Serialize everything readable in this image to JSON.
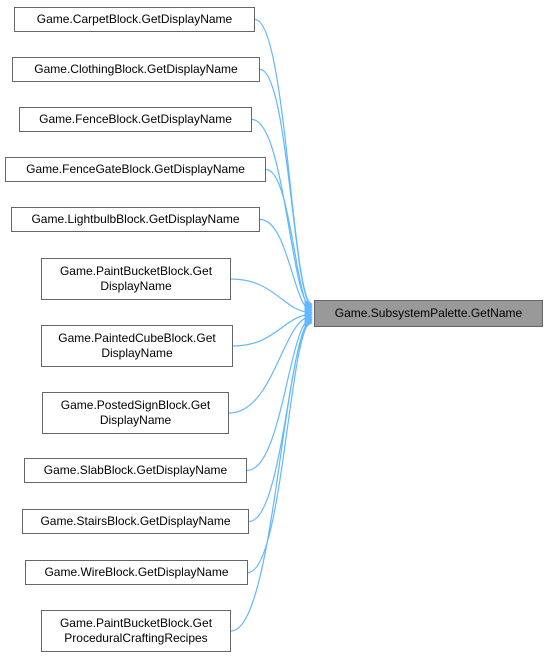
{
  "colors": {
    "edge": "#63b8ff",
    "node_border": "#666666",
    "target_fill": "#999999"
  },
  "target": {
    "label": "Game.SubsystemPalette.GetName"
  },
  "callers": [
    {
      "label": "Game.CarpetBlock.GetDisplayName"
    },
    {
      "label": "Game.ClothingBlock.GetDisplayName"
    },
    {
      "label": "Game.FenceBlock.GetDisplayName"
    },
    {
      "label": "Game.FenceGateBlock.GetDisplayName"
    },
    {
      "label": "Game.LightbulbBlock.GetDisplayName"
    },
    {
      "label": "Game.PaintBucketBlock.Get\nDisplayName"
    },
    {
      "label": "Game.PaintedCubeBlock.Get\nDisplayName"
    },
    {
      "label": "Game.PostedSignBlock.Get\nDisplayName"
    },
    {
      "label": "Game.SlabBlock.GetDisplayName"
    },
    {
      "label": "Game.StairsBlock.GetDisplayName"
    },
    {
      "label": "Game.WireBlock.GetDisplayName"
    },
    {
      "label": "Game.PaintBucketBlock.Get\nProceduralCraftingRecipes"
    }
  ]
}
